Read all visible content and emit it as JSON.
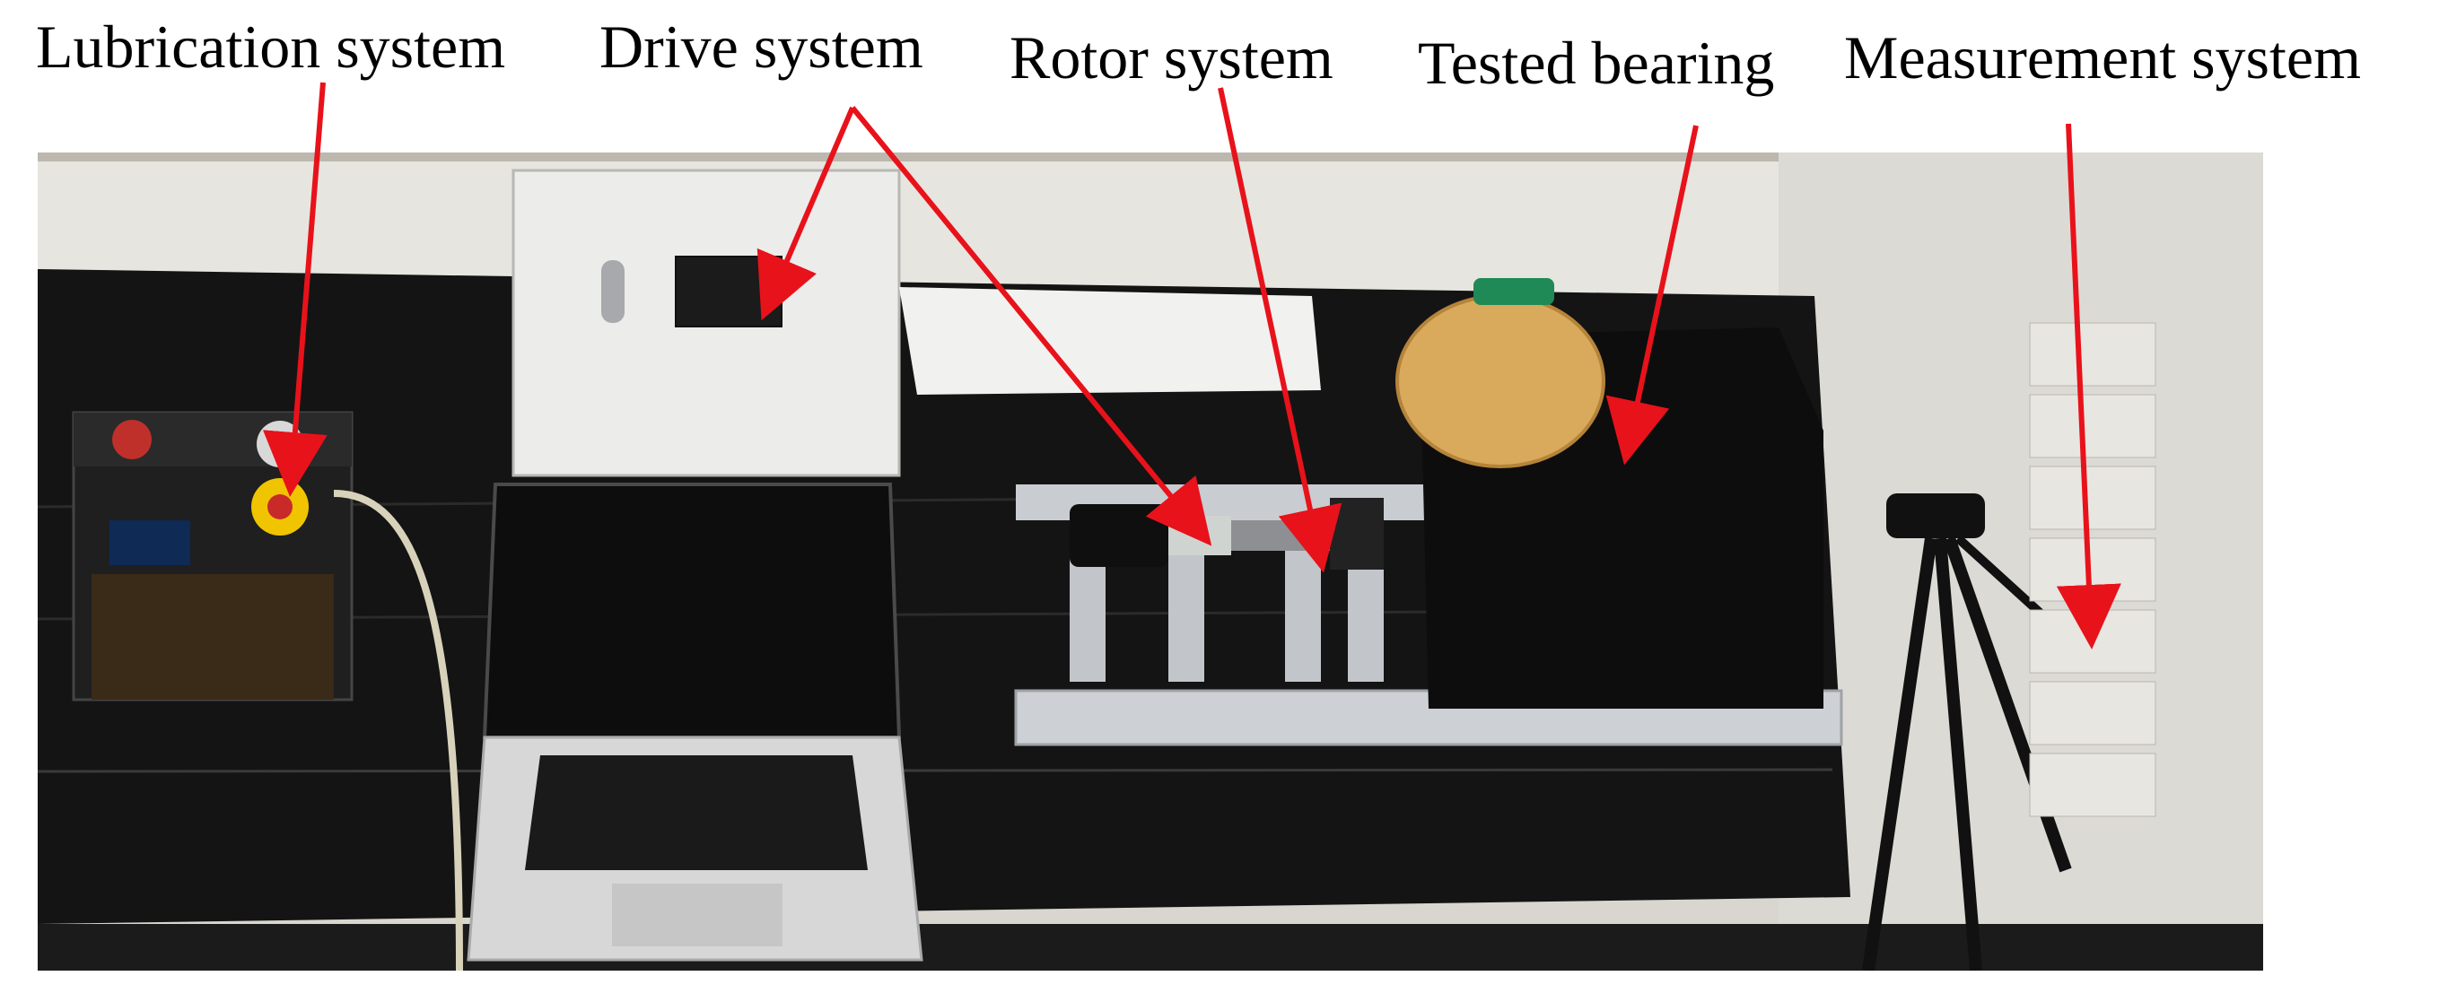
{
  "labels": {
    "lubrication": "Lubrication system",
    "drive": "Drive system",
    "rotor": "Rotor system",
    "tested": "Tested bearing",
    "measurement": "Measurement system"
  },
  "colors": {
    "arrow": "#e8121b",
    "tabletop": "#131313",
    "wall": "#e6e4de",
    "cabinet": "#ececea",
    "rail": "#c9ccd0",
    "bearing_plate": "#d9a95c"
  },
  "icons": {
    "arrow": "arrow-icon"
  }
}
